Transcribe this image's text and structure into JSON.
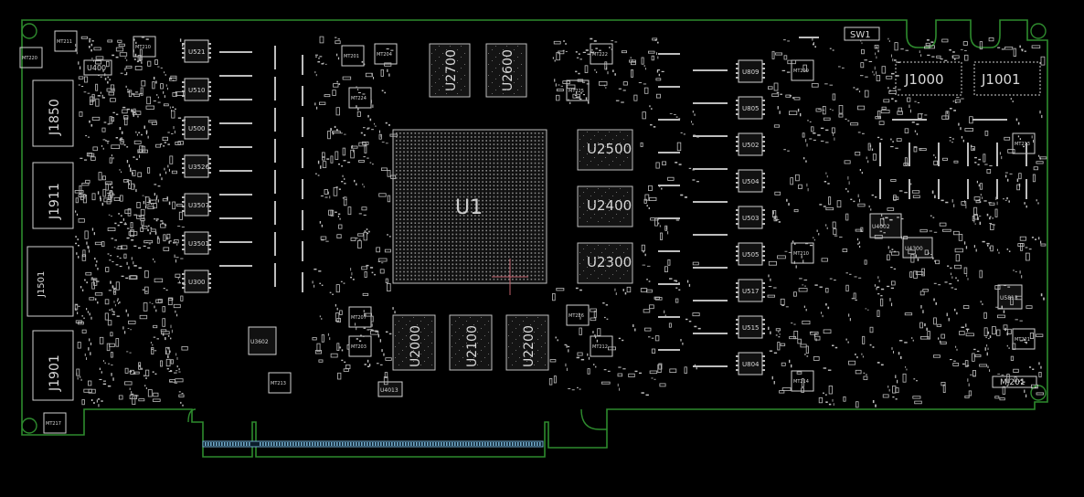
{
  "colors": {
    "background": "#000000",
    "outline": "#2e8b2e",
    "silk": "#cfcfcf",
    "pad": "#bdbdbd",
    "connector": "#6fa8c8",
    "marker": "#c0606a"
  },
  "labels": {
    "gpu": "U1",
    "sw": "SW1",
    "j1000": "J1000",
    "j1001": "J1001",
    "j1850": "J1850",
    "j1911": "J1911",
    "j1901": "J1901",
    "j1501": "J1501",
    "u400": "U400",
    "mem_right": [
      "U2500",
      "U2400",
      "U2300"
    ],
    "mem_top": [
      "U2700",
      "U2600"
    ],
    "mem_bottom": [
      "U2000",
      "U2100",
      "U2200"
    ],
    "vrm_left": [
      "U521",
      "U510",
      "U500",
      "U3526",
      "U3507",
      "U3501",
      "U300"
    ],
    "vrm_right": [
      "U809",
      "U805",
      "U502",
      "U504",
      "U503",
      "U505",
      "U517",
      "U515",
      "U804"
    ],
    "mt_top": [
      "MT211",
      "MT210",
      "MT220",
      "MT201",
      "MT204",
      "MT224",
      "MT222",
      "MT225",
      "MT209"
    ],
    "mt_misc": [
      "MT207",
      "MT203",
      "MT213",
      "MT226",
      "MT212",
      "MT214",
      "MT210",
      "MT217",
      "MT221",
      "MT213"
    ],
    "ic_misc": [
      "U4002",
      "U4300",
      "U5813",
      "U3602",
      "U4013"
    ],
    "mj": "MJ201"
  }
}
